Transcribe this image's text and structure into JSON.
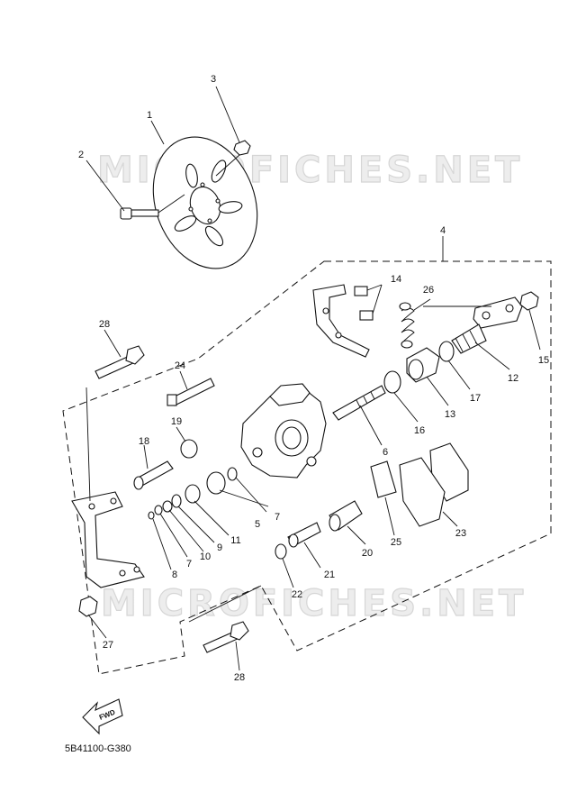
{
  "diagram": {
    "code": "5B41100-G380",
    "watermark": "MICROFICHES.NET",
    "fwd_label": "FWD",
    "callouts": [
      "1",
      "2",
      "3",
      "4",
      "5",
      "6",
      "7",
      "7",
      "8",
      "9",
      "10",
      "11",
      "12",
      "13",
      "14",
      "15",
      "16",
      "17",
      "18",
      "19",
      "20",
      "21",
      "22",
      "23",
      "24",
      "25",
      "26",
      "27",
      "28",
      "28"
    ]
  }
}
